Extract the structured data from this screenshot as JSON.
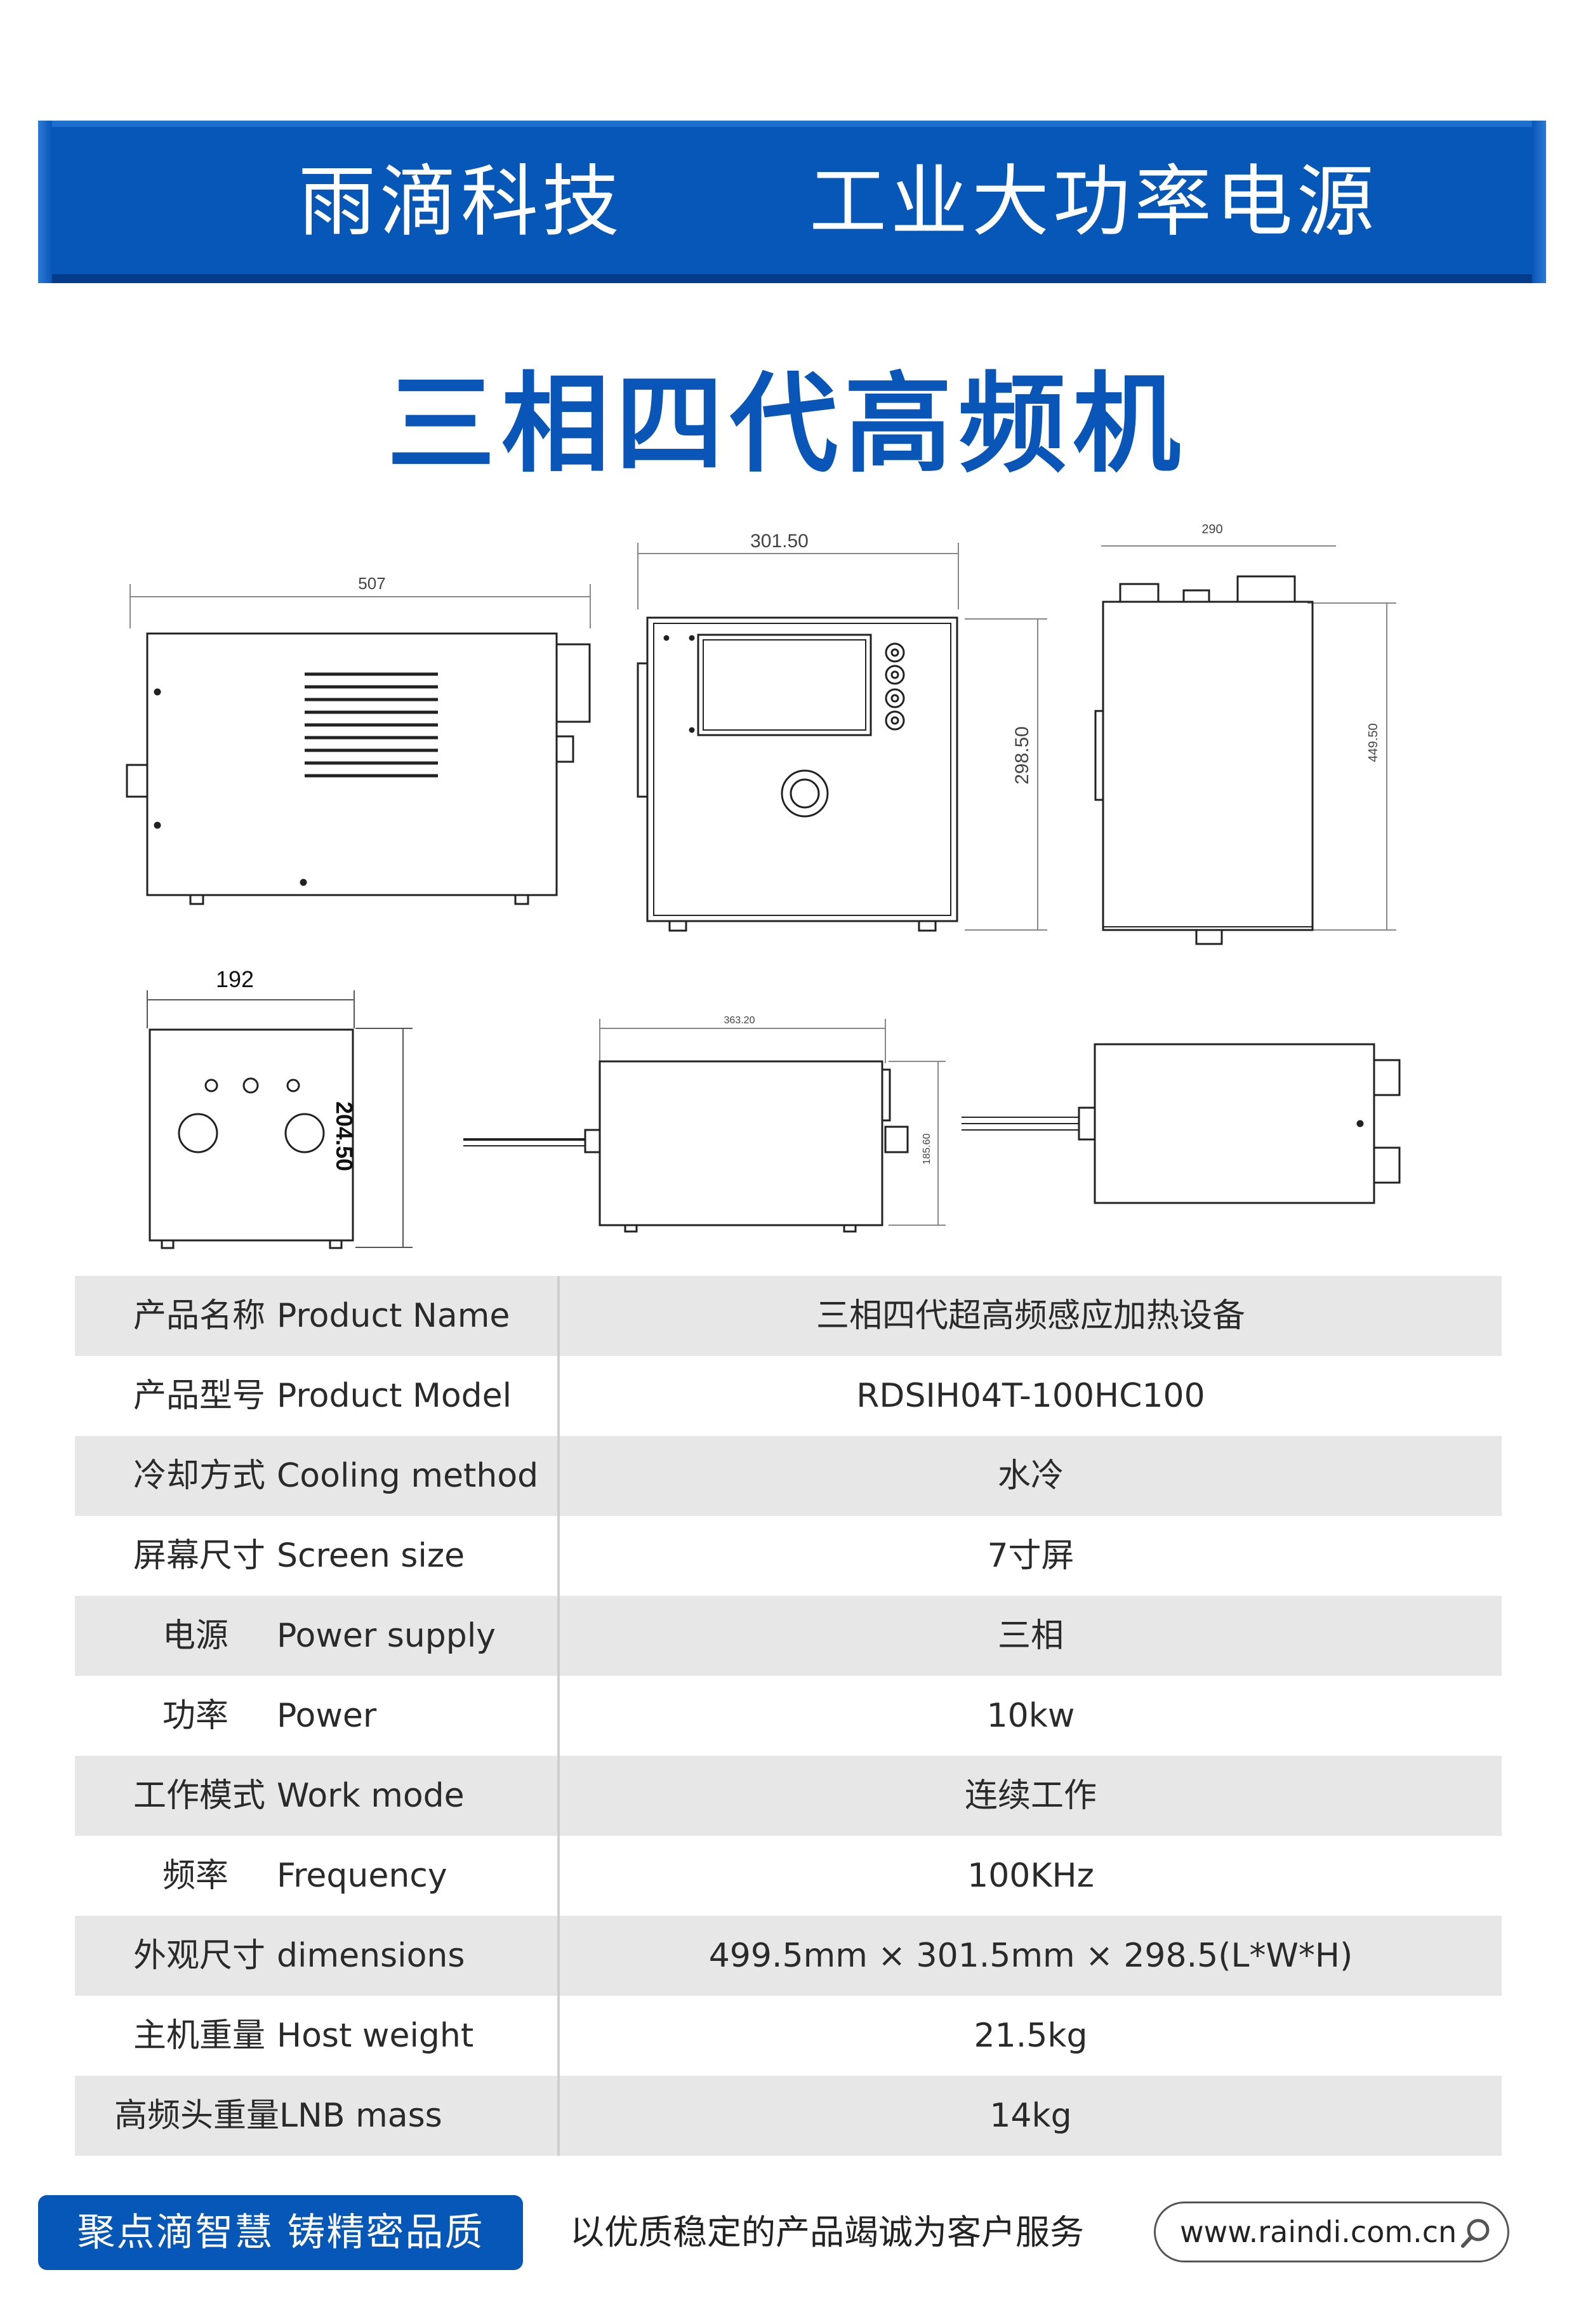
{
  "header": {
    "company": "雨滴科技",
    "category": "工业大功率电源"
  },
  "title": "三相四代高频机",
  "drawings": {
    "dim_front_width": "507",
    "dim_top_width": "301.50",
    "dim_height_front": "298.50",
    "dim_side_width": "290",
    "dim_side_height": "449.50",
    "dim_head_width": "192",
    "dim_head_height": "204.50",
    "dim_head_side_length": "363.20",
    "dim_head_side_height": "185.60"
  },
  "specs": [
    {
      "zh": "产品名称",
      "en": "Product Name",
      "value": "三相四代超高频感应加热设备"
    },
    {
      "zh": "产品型号",
      "en": "Product Model",
      "value": "RDSIH04T-100HC100"
    },
    {
      "zh": "冷却方式",
      "en": "Cooling method",
      "value": "水冷"
    },
    {
      "zh": "屏幕尺寸",
      "en": "Screen size",
      "value": "7寸屏"
    },
    {
      "zh": "电源",
      "en": "Power supply",
      "value": "三相"
    },
    {
      "zh": "功率",
      "en": "Power",
      "value": "10kw"
    },
    {
      "zh": "工作模式",
      "en": "Work mode",
      "value": "连续工作"
    },
    {
      "zh": "频率",
      "en": "Frequency",
      "value": "100KHz"
    },
    {
      "zh": "外观尺寸",
      "en": "dimensions",
      "value": "499.5mm × 301.5mm × 298.5(L*W*H)"
    },
    {
      "zh": "主机重量",
      "en": "Host weight",
      "value": "21.5kg"
    },
    {
      "zh": "高频头重量",
      "en": "LNB mass",
      "value": "14kg"
    }
  ],
  "footer": {
    "slogan": "聚点滴智慧  铸精密品质",
    "service": "以优质稳定的产品竭诚为客户服务",
    "website": "www.raindi.com.cn",
    "search_icon": "search-icon"
  }
}
